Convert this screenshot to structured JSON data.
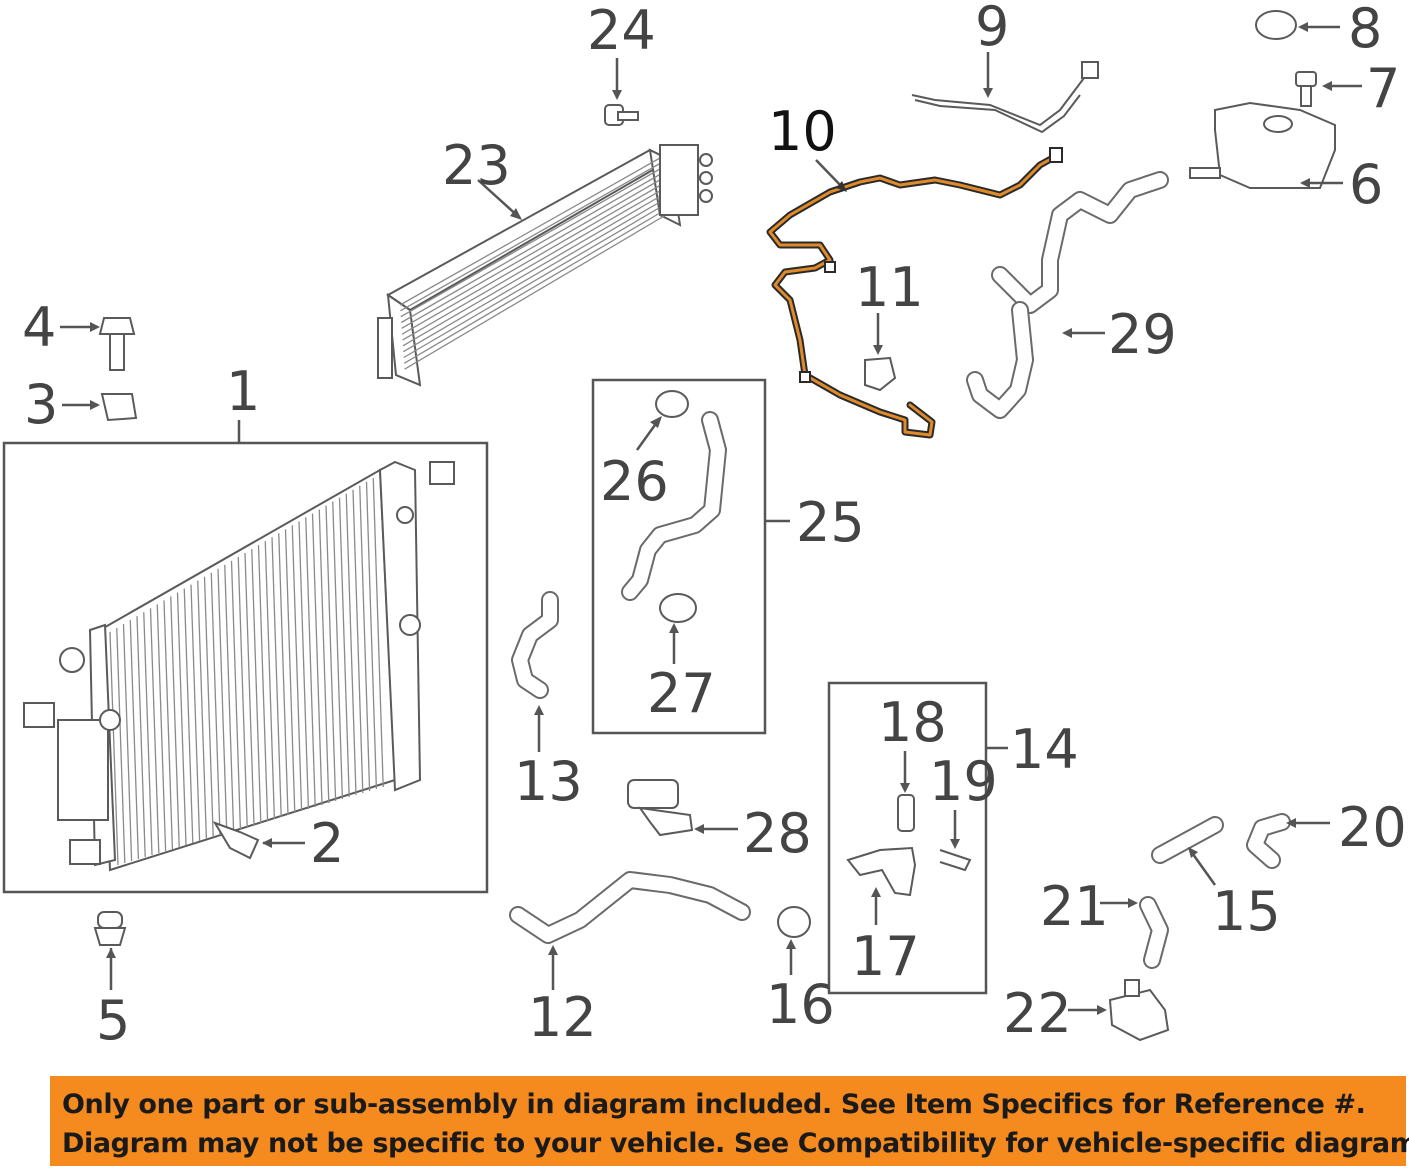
{
  "callouts": {
    "c1": "1",
    "c2": "2",
    "c3": "3",
    "c4": "4",
    "c5": "5",
    "c6": "6",
    "c7": "7",
    "c8": "8",
    "c9": "9",
    "c10": "10",
    "c11": "11",
    "c12": "12",
    "c13": "13",
    "c14": "14",
    "c15": "15",
    "c16": "16",
    "c17": "17",
    "c18": "18",
    "c19": "19",
    "c20": "20",
    "c21": "21",
    "c22": "22",
    "c23": "23",
    "c24": "24",
    "c25": "25",
    "c26": "26",
    "c27": "27",
    "c28": "28",
    "c29": "29"
  },
  "highlighted_part": "10",
  "colors": {
    "highlight_line": "#e08a2a",
    "banner": "#f58a1f",
    "line_art": "#5a5a5a"
  },
  "disclaimer": {
    "line1": "Only one part or sub-assembly in diagram included. See Item Specifics for Reference #.",
    "line2": "Diagram may not be specific to your vehicle. See Compatibility for vehicle-specific diagrams."
  }
}
